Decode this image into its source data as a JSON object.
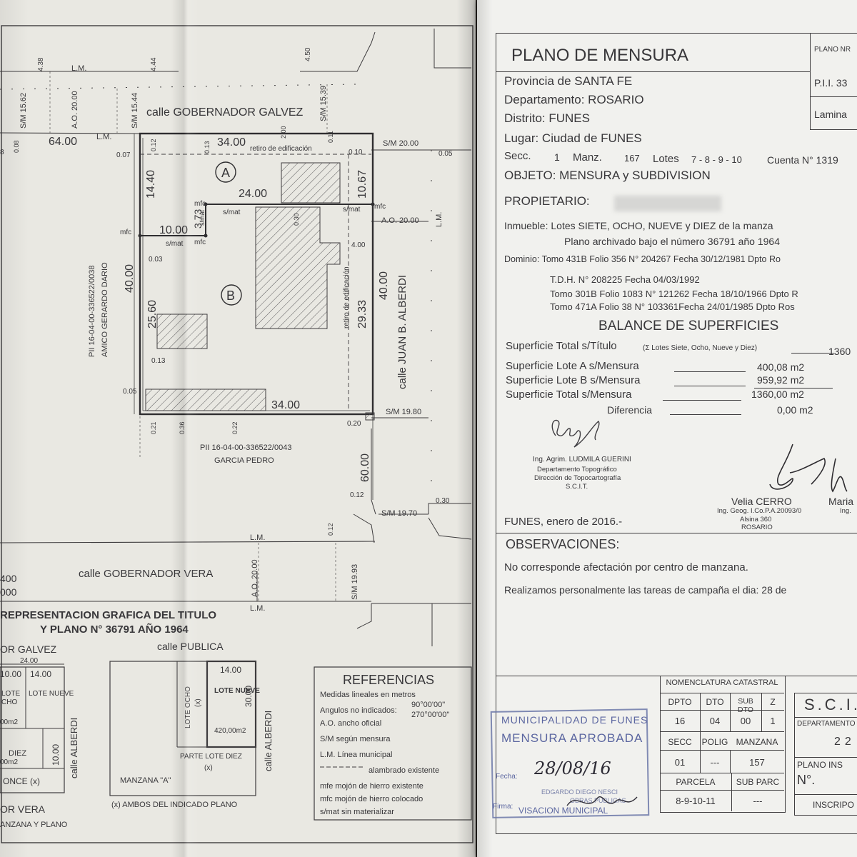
{
  "plan": {
    "street_top": "calle GOBERNADOR GALVEZ",
    "street_bottom": "calle GOBERNADOR VERA",
    "street_right": "calle JUAN B. ALBERDI",
    "lot_a": "A",
    "lot_b": "B",
    "lm": "L.M.",
    "lm2": "L.M.",
    "lm3": "L.M.",
    "lm4": "L.M.",
    "lm5": "L.M.",
    "retiro_top": "retiro de edificación",
    "retiro_right": "retiro de edificación",
    "neighbor_left_pii": "PII 16-04-00-336522/0038",
    "neighbor_left_name": "AMICO GERARDO DARIO",
    "neighbor_bottom_pii": "PII 16-04-00-336522/0043",
    "neighbor_bottom_name": "GARCIA PEDRO",
    "d_64": "64.00",
    "d_34_top": "34.00",
    "d_34_bottom": "34.00",
    "d_24": "24.00",
    "d_10": "10.00",
    "d_14_40": "14.40",
    "d_3_73": "3.73",
    "d_10_67": "10.67",
    "d_40_left": "40.00",
    "d_40_right": "40.00",
    "d_25_60": "25.60",
    "d_29_33": "29.33",
    "d_60": "60.00",
    "d_4_38": "4.38",
    "d_4_44": "4.44",
    "d_4_50": "4.50",
    "d_4_00": "4.00",
    "d_2_00": "2.00",
    "d_0_08": "0.08",
    "d_8": "8",
    "d_0_07": "0.07",
    "d_0_12": "0.12",
    "d_0_13a": "0.13",
    "d_0_11": "0.11",
    "d_0_10": "0.10",
    "d_0_05a": "0.05",
    "d_0_03": "0.03",
    "d_0_13b": "0.13",
    "d_0_05b": "0.05",
    "d_0_21": "0.21",
    "d_0_36": "0.36",
    "d_0_22": "0.22",
    "d_0_20": "0.20",
    "d_0_12b": "0.12",
    "d_0_30a": "0.30",
    "d_0_30b": "0.30",
    "d_0_12c": "0.12",
    "sm_15_62": "S/M 15.62",
    "ao_20_top": "A.O. 20.00",
    "sm_15_44": "S/M 15.44",
    "sm_15_39": "S/M 15.39",
    "sm_20": "S/M 20.00",
    "ao_20_right": "A.O. 20.00",
    "sm_19_80": "S/M 19.80",
    "sm_19_70": "S/M 19.70",
    "sm_19_93": "S/M 19.93",
    "ao_20_bottom": "A.O. 20.00",
    "mfc1": "mfc",
    "mfc2": "mfc",
    "mfc3": "mfc",
    "mfc4": "mfc",
    "smat1": "s/mat",
    "smat2": "s/mat",
    "smat3": "s/mat",
    "smat4": "s/mat",
    "left_400": "400",
    "left_000": "000"
  },
  "title_block": {
    "line1": "REPRESENTACION GRAFICA DEL TITULO",
    "line2": "Y PLANO N° 36791 AÑO 1964"
  },
  "mini_plan": {
    "street_top": "OR GALVEZ",
    "street_publica": "calle PUBLICA",
    "dim_24": "24.00",
    "dim_14a": "14.00",
    "dim_14b": "14.00",
    "dim_10a": "10.00",
    "dim_10b": "10.00",
    "dim_30": "30.00",
    "lote_ocho": "LOTE OCHO",
    "lote_nueve": "LOTE NUEVE",
    "lote_nueve2": "LOTE NUEVE",
    "lote_ocho_x": "(x)",
    "lote_nueve_area": "420,00m2",
    "cho": "CHO",
    "lote_diez": "DIEZ",
    "area_00": "00m2",
    "area_00b": "00m2",
    "once": "ONCE (x)",
    "parte_lote_diez": "PARTE LOTE DIEZ",
    "parte_x": "(x)",
    "manzana_a": "MANZANA \"A\"",
    "alberdi_left": "calle ALBERDI",
    "alberdi_right": "calle ALBERDI",
    "street_vera": "OR VERA",
    "footer_left": "ANZANA Y PLANO",
    "ambos": "(x) AMBOS DEL INDICADO PLANO",
    "lote_small": "LOTE",
    "ho_small": "HO"
  },
  "referencias": {
    "title": "REFERENCIAS",
    "items": [
      "Medidas lineales en metros",
      "Angulos no indicados:",
      "A.O. ancho oficial",
      "S/M según mensura",
      "L.M. Línea municipal",
      "alambrado existente",
      "mfe mojón de hierro existente",
      "mfc mojón de hierro colocado",
      "s/mat sin materializar"
    ],
    "angle1": "90°00'00\"",
    "angle2": "270°00'00\""
  },
  "header": {
    "title": "PLANO DE MENSURA",
    "plano_nro": "PLANO NR",
    "pii": "P.I.I. 33",
    "lamina": "Lamina"
  },
  "location": {
    "provincia": "Provincia de SANTA FE",
    "departamento": "Departamento: ROSARIO",
    "distrito": "Distrito: FUNES",
    "lugar": "Lugar: Ciudad de FUNES",
    "secc_label": "Secc.",
    "secc_val": "1",
    "manz_label": "Manz.",
    "manz_val": "167",
    "lotes_label": "Lotes",
    "lotes_val": "7 - 8 - 9 - 10",
    "cuenta": "Cuenta N° 1319",
    "objeto": "OBJETO: MENSURA y SUBDIVISION",
    "propietario": "PROPIETARIO:"
  },
  "inmueble": {
    "line1": "Inmueble: Lotes SIETE, OCHO, NUEVE y DIEZ de la manza",
    "line2": "Plano archivado bajo el número 36791 año 1964"
  },
  "dominio": {
    "line1": "Dominio: Tomo 431B Folio 356 N° 204267 Fecha 30/12/1981 Dpto Ro",
    "line2": "T.D.H. N° 208225 Fecha 04/03/1992",
    "line3": "Tomo 301B Folio 1083 N° 121262 Fecha 18/10/1966 Dpto R",
    "line4": "Tomo 471A Folio 38 N° 103361Fecha 24/01/1985 Dpto Ros"
  },
  "balance": {
    "title": "BALANCE DE SUPERFICIES",
    "total_titulo_label": "Superficie Total s/Título",
    "total_titulo_note": "(Σ Lotes Siete, Ocho, Nueve y Diez)",
    "total_titulo_val": "1360",
    "lote_a_label": "Superficie Lote A s/Mensura",
    "lote_a_val": "400,08 m2",
    "lote_b_label": "Superficie Lote B s/Mensura",
    "lote_b_val": "959,92 m2",
    "total_mensura_label": "Superficie Total s/Mensura",
    "total_mensura_val": "1360,00 m2",
    "diferencia_label": "Diferencia",
    "diferencia_val": "0,00 m2"
  },
  "signatures": {
    "guerini_name": "Ing. Agrim. LUDMILA GUERINI",
    "guerini_l2": "Departamento Topográfico",
    "guerini_l3": "Dirección de Topocartografía",
    "guerini_l4": "S.C.I.T.",
    "cerro_name": "Velia CERRO",
    "cerro_l2": "Ing. Geog. I.Co.P.A.20093/0",
    "cerro_l3": "Alsina 360",
    "cerro_l4": "ROSARIO",
    "maria": "Maria",
    "maria_ing": "Ing."
  },
  "date_line": "FUNES, enero de 2016.-",
  "observaciones": {
    "title": "OBSERVACIONES:",
    "line1": "No corresponde afectación por centro de manzana.",
    "line2": "Realizamos personalmente las tareas de campaña el dia: 28 de"
  },
  "catastral": {
    "title": "NOMENCLATURA CATASTRAL",
    "h1": [
      "DPTO",
      "DTO",
      "SUB DTO",
      "Z"
    ],
    "r1": [
      "16",
      "04",
      "00",
      "1"
    ],
    "h2": [
      "SECC",
      "POLIG",
      "MANZANA"
    ],
    "r2": [
      "01",
      "---",
      "157"
    ],
    "h3": [
      "PARCELA",
      "SUB PARC"
    ],
    "r3": [
      "8-9-10-11",
      "---"
    ]
  },
  "stamp": {
    "line1": "MUNICIPALIDAD DE FUNES",
    "line2": "MENSURA APROBADA",
    "fecha_label": "Fecha:",
    "fecha_val": "28/08/16",
    "firma_label": "Firma:",
    "visacion": "VISACION MUNICIPAL",
    "sub1": "EDGARDO DIEGO NESCI",
    "sub2": "OBRAS PUBLICAS"
  },
  "scit": {
    "title": "S.C.I.T",
    "departamento": "DEPARTAMENTO",
    "num": "22",
    "plano_ins": "PLANO INS",
    "nro": "N°.",
    "inscripo": "INSCRIPO"
  },
  "colors": {
    "ink": "#38373a",
    "paper": "#ecebe6",
    "stamp_ink": "#6c78a8"
  }
}
